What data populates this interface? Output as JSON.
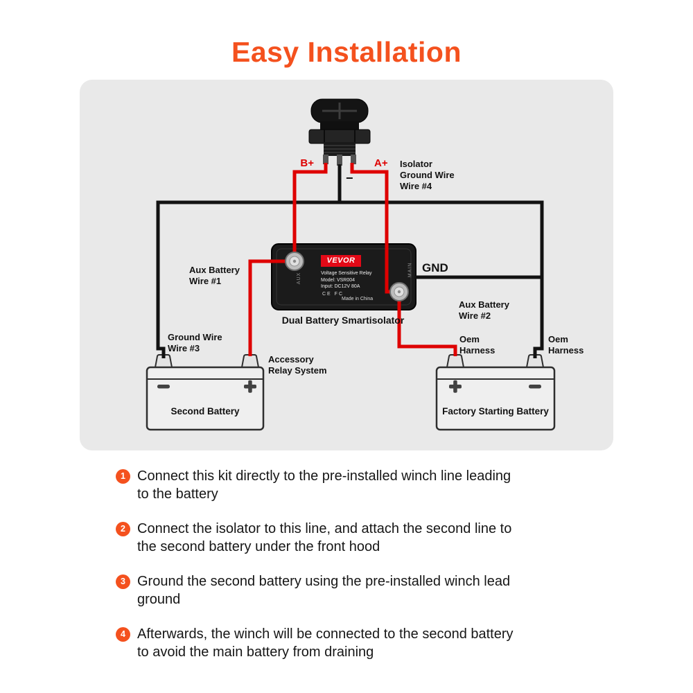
{
  "colors": {
    "accent": "#F4511E",
    "wire_red": "#DE0000",
    "wire_black": "#121212"
  },
  "title": "Easy Installation",
  "diagram": {
    "terminals": {
      "b_plus": "B+",
      "a_plus": "A+",
      "minus": "−"
    },
    "labels": {
      "isolator_ground_wire": "Isolator\nGround Wire\nWire #4",
      "aux_battery_wire_1": "Aux Battery\nWire #1",
      "aux_battery_wire_2": "Aux Battery\nWire #2",
      "gnd": "GND",
      "ground_wire_3": "Ground Wire\nWire #3",
      "accessory_relay_system": "Accessory\nRelay System",
      "oem_harness_left": "Oem\nHarness",
      "oem_harness_right": "Oem\nHarness",
      "isolator_caption": "Dual Battery Smartisolator",
      "second_battery": "Second Battery",
      "factory_battery": "Factory Starting Battery"
    },
    "device": {
      "brand": "VEVOR",
      "type_lines": "Voltage Sensitive Relay\nModel: VSR004\nInput: DC12V 80A",
      "cert": "CE FC",
      "made_in": "Made in China",
      "aux": "AUX",
      "main": "MAIN"
    }
  },
  "steps": [
    {
      "num": "1",
      "text": "Connect this kit directly to the pre-installed winch line leading\nto the battery"
    },
    {
      "num": "2",
      "text": "Connect the isolator to this line, and attach the second line to\nthe second battery under the front hood"
    },
    {
      "num": "3",
      "text": "Ground the second battery using the pre-installed winch lead\nground"
    },
    {
      "num": "4",
      "text": "Afterwards, the winch will be connected to the second battery\nto avoid the main battery from draining"
    }
  ]
}
